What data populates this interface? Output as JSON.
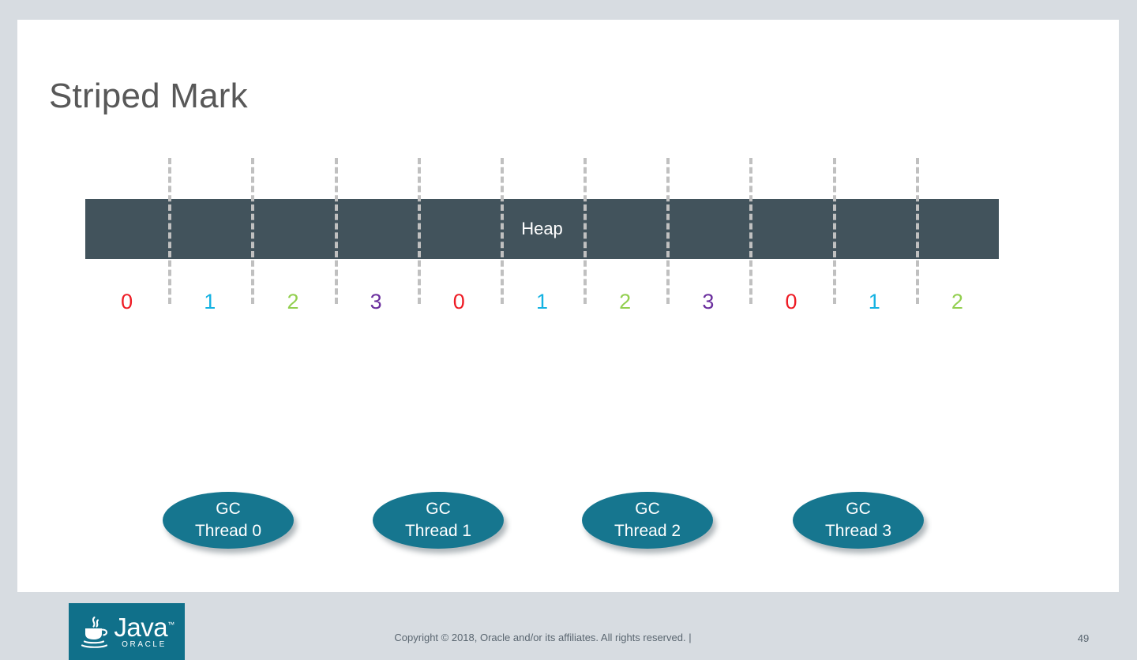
{
  "slide": {
    "title": "Striped Mark",
    "background_color": "#ffffff",
    "canvas_color": "#d7dce1"
  },
  "diagram": {
    "heap": {
      "label": "Heap",
      "bar_color": "#42535c",
      "text_color": "#ffffff"
    },
    "divider_color": "#c0c0c0",
    "divider_count": 10,
    "stripe_colors": {
      "0": "#ee1b24",
      "1": "#14b2e2",
      "2": "#92cf4f",
      "3": "#6b2f9e"
    },
    "stripes": [
      {
        "label": "0",
        "color": "#ee1b24"
      },
      {
        "label": "1",
        "color": "#14b2e2"
      },
      {
        "label": "2",
        "color": "#92cf4f"
      },
      {
        "label": "3",
        "color": "#6b2f9e"
      },
      {
        "label": "0",
        "color": "#ee1b24"
      },
      {
        "label": "1",
        "color": "#14b2e2"
      },
      {
        "label": "2",
        "color": "#92cf4f"
      },
      {
        "label": "3",
        "color": "#6b2f9e"
      },
      {
        "label": "0",
        "color": "#ee1b24"
      },
      {
        "label": "1",
        "color": "#14b2e2"
      },
      {
        "label": "2",
        "color": "#92cf4f"
      }
    ],
    "gc_threads": [
      {
        "line1": "GC",
        "line2": "Thread 0"
      },
      {
        "line1": "GC",
        "line2": "Thread 1"
      },
      {
        "line1": "GC",
        "line2": "Thread 2"
      },
      {
        "line1": "GC",
        "line2": "Thread 3"
      }
    ],
    "gc_thread_color": "#16768f"
  },
  "footer": {
    "copyright": "Copyright © 2018, Oracle and/or its affiliates. All rights reserved.  |",
    "page_number": "49",
    "logo": {
      "icon": "java-cup-icon",
      "wordmark": "Java",
      "trademark": "™",
      "subtext": "ORACLE",
      "background_color": "#10708a"
    }
  }
}
